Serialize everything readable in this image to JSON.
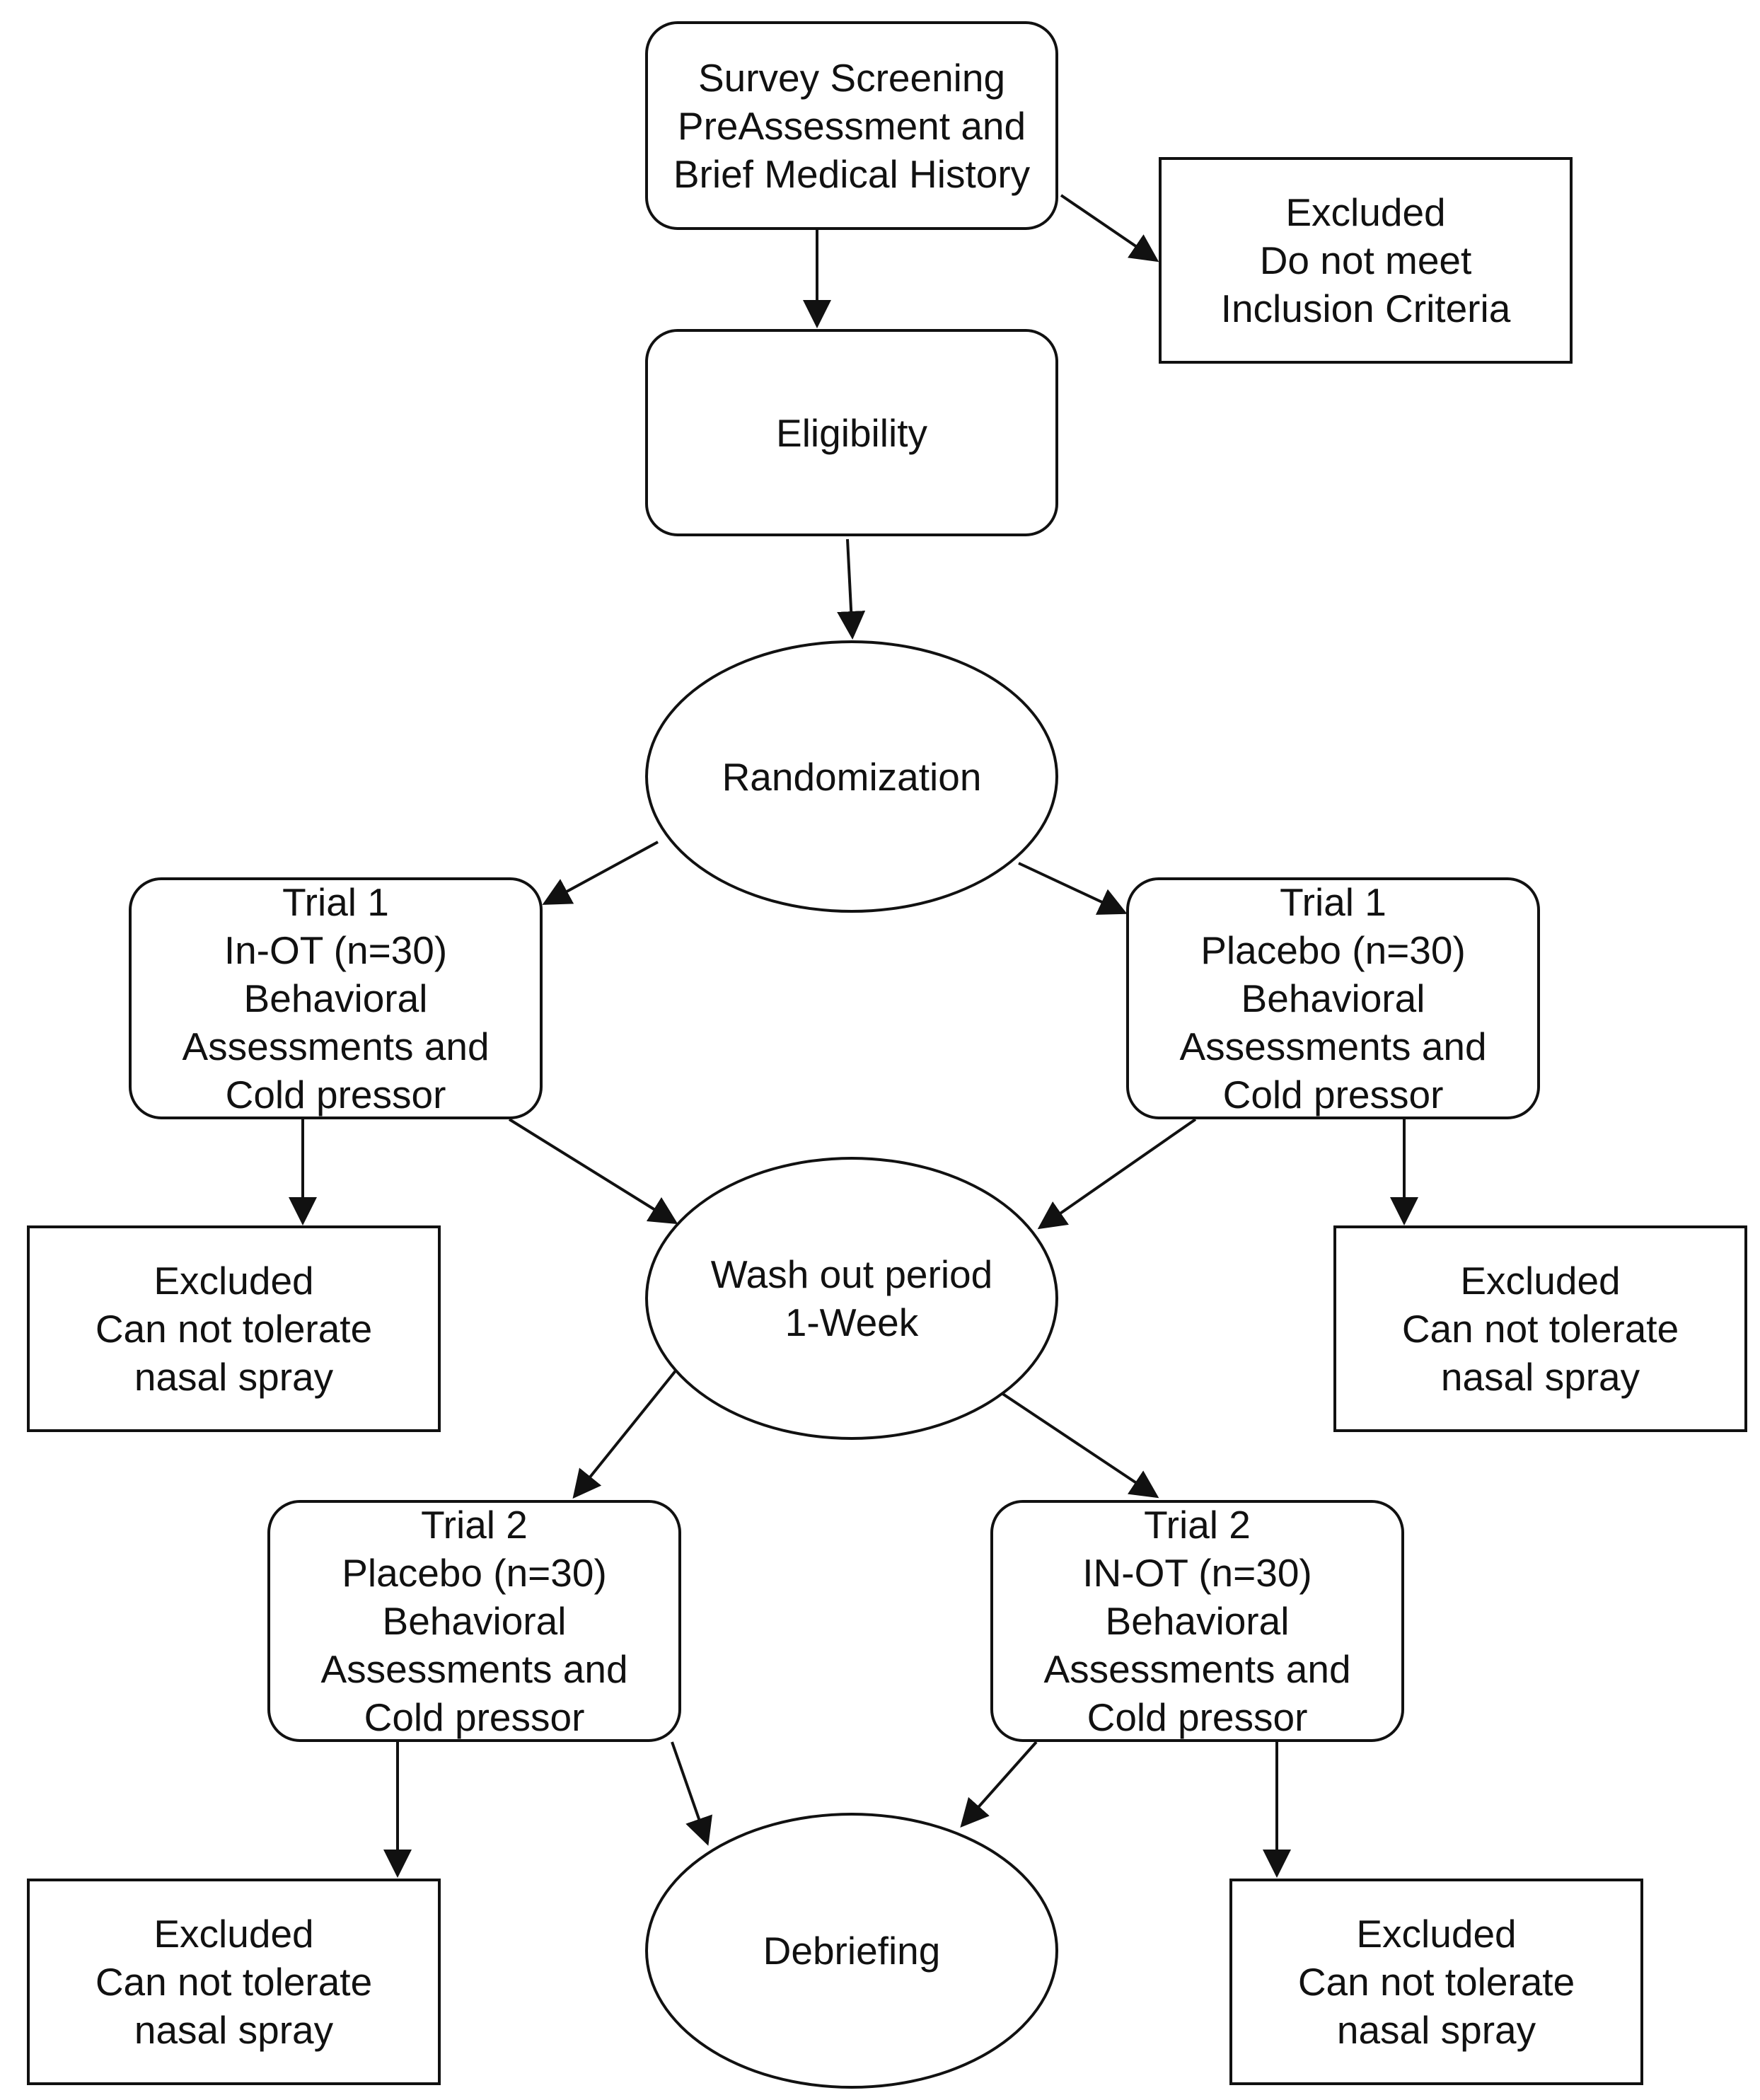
{
  "colors": {
    "stroke": "#111111",
    "background": "#ffffff"
  },
  "nodes": {
    "screening": {
      "lines": [
        "Survey Screening",
        "PreAssessment and",
        "Brief Medical History"
      ]
    },
    "excluded_top": {
      "lines": [
        "Excluded",
        "Do not meet",
        "Inclusion Criteria"
      ]
    },
    "eligibility": {
      "lines": [
        "Eligibility"
      ]
    },
    "randomization": {
      "lines": [
        "Randomization"
      ]
    },
    "trial1_inot": {
      "lines": [
        "Trial 1",
        "In-OT (n=30)",
        "Behavioral",
        "Assessments and",
        "Cold pressor"
      ]
    },
    "trial1_placebo": {
      "lines": [
        "Trial 1",
        "Placebo (n=30)",
        "Behavioral",
        "Assessments and",
        "Cold pressor"
      ]
    },
    "excluded_left1": {
      "lines": [
        "Excluded",
        "Can not tolerate",
        "nasal spray"
      ]
    },
    "washout": {
      "lines": [
        "Wash out period",
        "1-Week"
      ]
    },
    "excluded_right1": {
      "lines": [
        "Excluded",
        "Can not tolerate",
        "nasal spray"
      ]
    },
    "trial2_placebo": {
      "lines": [
        "Trial 2",
        "Placebo (n=30)",
        "Behavioral",
        "Assessments and",
        "Cold pressor"
      ]
    },
    "trial2_inot": {
      "lines": [
        "Trial 2",
        "IN-OT (n=30)",
        "Behavioral",
        "Assessments and",
        "Cold pressor"
      ]
    },
    "excluded_left2": {
      "lines": [
        "Excluded",
        "Can not tolerate",
        "nasal spray"
      ]
    },
    "debriefing": {
      "lines": [
        "Debriefing"
      ]
    },
    "excluded_right2": {
      "lines": [
        "Excluded",
        "Can not tolerate",
        "nasal spray"
      ]
    }
  }
}
